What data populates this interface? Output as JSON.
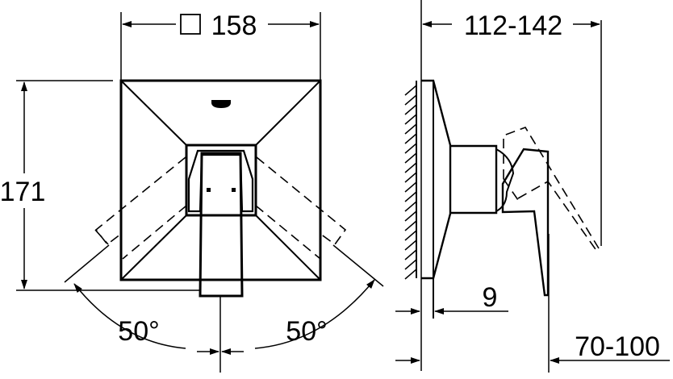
{
  "drawing": {
    "front_view": {
      "width_symbol": "□",
      "width_value": "158",
      "height_value": "171",
      "angle_left": "50°",
      "angle_right": "50°"
    },
    "side_view": {
      "projection_value": "112-142",
      "plate_thickness_value": "9",
      "wall_depth_value": "70-100"
    }
  }
}
